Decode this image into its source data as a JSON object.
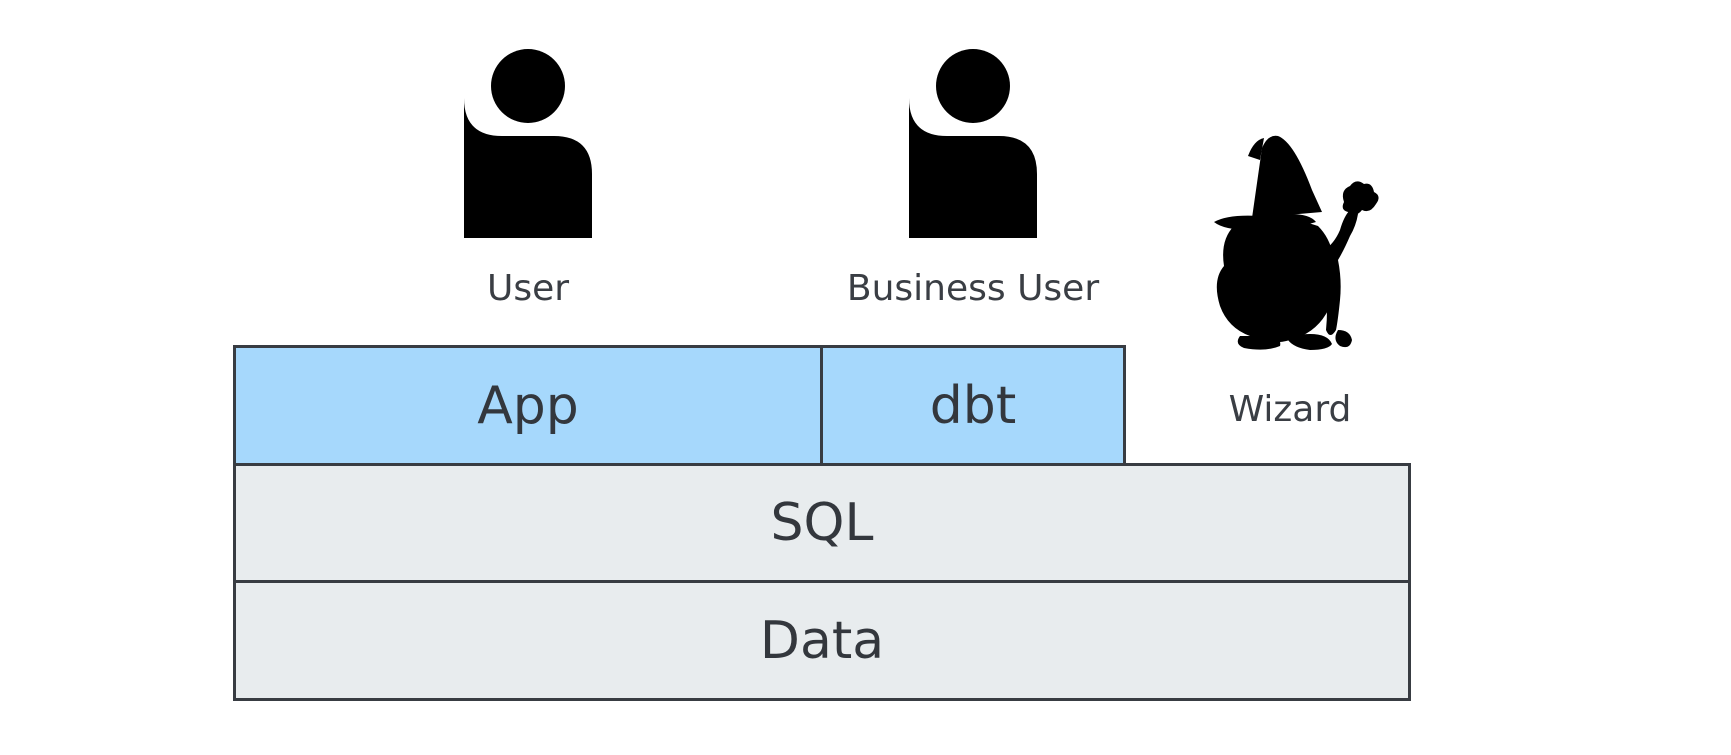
{
  "actors": [
    {
      "label": "User",
      "icon": "user-icon"
    },
    {
      "label": "Business User",
      "icon": "user-icon"
    },
    {
      "label": "Wizard",
      "icon": "wizard-icon"
    }
  ],
  "layers": {
    "app": "App",
    "dbt": "dbt",
    "sql": "SQL",
    "data": "Data"
  },
  "colors": {
    "app_layer": "#a6d8fc",
    "base_layer": "#e8ecee",
    "border": "#383c42",
    "icon": "#000000"
  }
}
